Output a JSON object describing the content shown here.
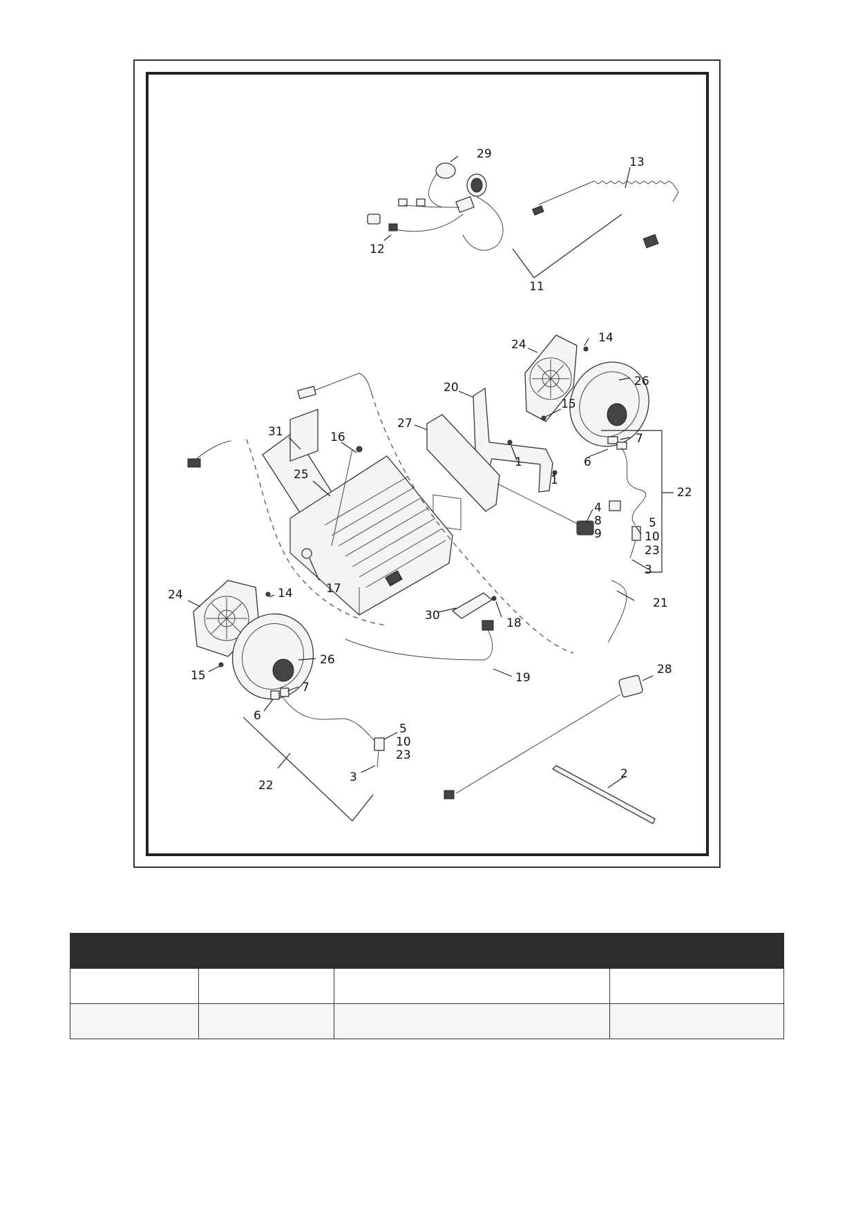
{
  "diagram": {
    "labels": {
      "l1a": "1",
      "l1b": "1",
      "l2": "2",
      "l3a": "3",
      "l3b": "3",
      "l4": "4",
      "l5a": "5",
      "l5b": "5",
      "l6a": "6",
      "l6b": "6",
      "l7a": "7",
      "l7b": "7",
      "l8": "8",
      "l9": "9",
      "l10a": "10",
      "l10b": "10",
      "l11": "11",
      "l12": "12",
      "l13": "13",
      "l14a": "14",
      "l14b": "14",
      "l15a": "15",
      "l15b": "15",
      "l16": "16",
      "l17": "17",
      "l18": "18",
      "l19": "19",
      "l20": "20",
      "l21": "21",
      "l22a": "22",
      "l22b": "22",
      "l23a": "23",
      "l23b": "23",
      "l24a": "24",
      "l24b": "24",
      "l25": "25",
      "l26a": "26",
      "l26b": "26",
      "l27": "27",
      "l28": "28",
      "l29": "29",
      "l30": "30",
      "l31": "31"
    }
  },
  "table": {
    "headers": [
      "",
      "",
      "",
      ""
    ],
    "rows": [
      [
        "",
        "",
        "",
        ""
      ],
      [
        "",
        "",
        "",
        ""
      ]
    ]
  }
}
